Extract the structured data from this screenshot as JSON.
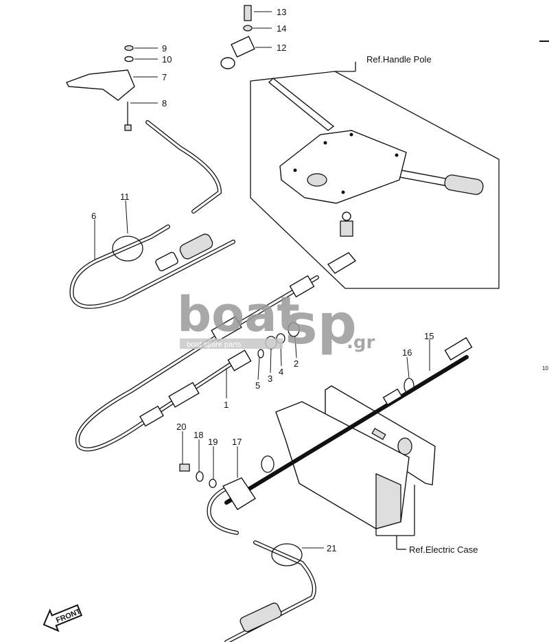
{
  "callouts": [
    "1",
    "2",
    "3",
    "4",
    "5",
    "6",
    "7",
    "8",
    "9",
    "10",
    "11",
    "12",
    "13",
    "14",
    "15",
    "16",
    "17",
    "18",
    "19",
    "20",
    "21"
  ],
  "references": {
    "handle_pole": "Ref.Handle Pole",
    "electric_case": "Ref.Electric Case"
  },
  "front_arrow": "FRONT",
  "watermark": {
    "logo_left": "boat",
    "logo_right": "sp",
    "domain": ".gr",
    "tagline": "boat spare parts"
  },
  "edge_text": "10",
  "colors": {
    "line": "#111111",
    "watermark_gray": "#9a9a9a",
    "watermark_pale": "#c8c8c8"
  }
}
